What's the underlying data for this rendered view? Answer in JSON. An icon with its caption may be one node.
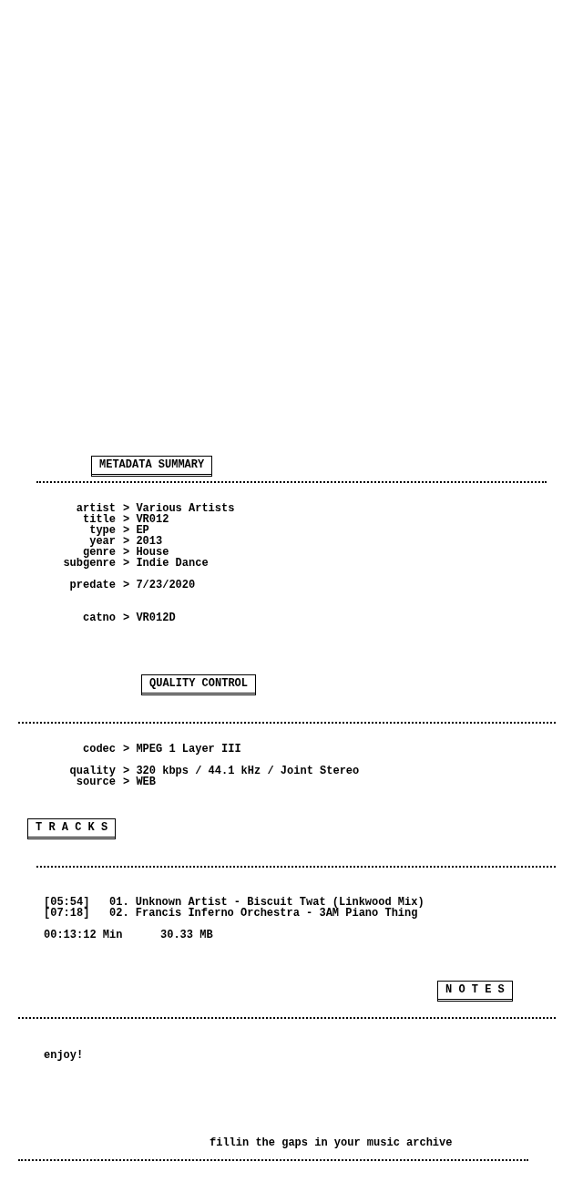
{
  "diagram": {
    "labels": [
      "METADATA SUMMARY",
      "artist",
      "> Various Artists",
      "title",
      "> VR012",
      "type",
      "> EP",
      "year",
      "> 2013",
      "genre",
      "> House",
      "subgenre",
      "> Indie Dance",
      "predate",
      "> 7/23/2020",
      "catno",
      "> VR012D",
      "QUALITY CONTROL",
      "codec",
      "> MPEG 1 Layer III",
      "quality",
      "> 320 kbps / 44.1 kHz / Joint Stereo",
      "source",
      "> WEB",
      "T R A C K S",
      "[05:54]",
      "01. Unknown Artist - Biscuit Twat (Linkwood Mix)",
      "[07:18]",
      "02. Francis Inferno Orchestra - 3AM Piano Thing",
      "00:13:12 Min",
      "30.33 MB",
      "N O T E S",
      "enjoy!",
      "fillin the gaps in your music archive"
    ]
  }
}
